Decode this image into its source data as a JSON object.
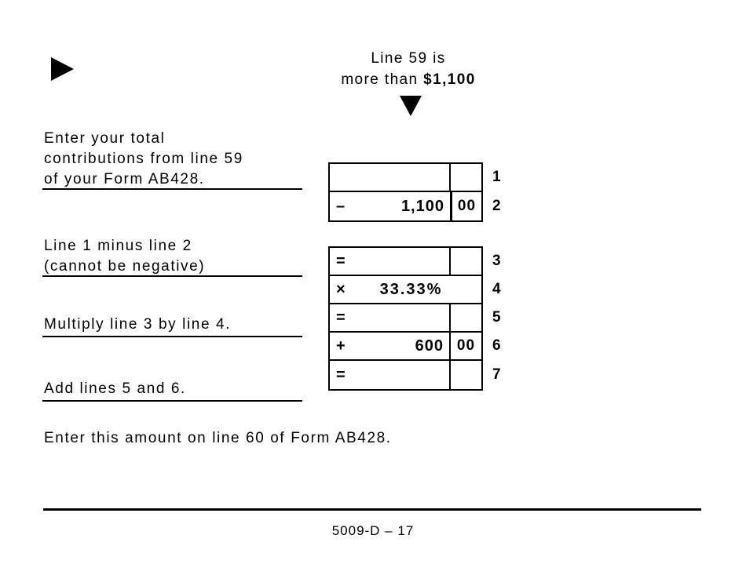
{
  "header": {
    "condition_line1": "Line 59 is",
    "condition_line2_prefix": "more than ",
    "condition_line2_amount": "$1,100"
  },
  "steps": {
    "step1": [
      "Enter your total",
      "contributions from line 59",
      "of your Form AB428."
    ],
    "step2": [
      "Line 1 minus line 2",
      "(cannot be negative)"
    ],
    "step3": "Multiply line 3 by line 4.",
    "step4": "Add lines 5 and 6."
  },
  "rows": [
    {
      "num": "1",
      "operator": "",
      "amount": "",
      "cents": ""
    },
    {
      "num": "2",
      "operator": "–",
      "amount": "1,100",
      "cents": "00"
    },
    {
      "num": "3",
      "operator": "=",
      "amount": "",
      "cents": ""
    },
    {
      "num": "4",
      "operator": "×",
      "value": "33.33%"
    },
    {
      "num": "5",
      "operator": "=",
      "amount": "",
      "cents": ""
    },
    {
      "num": "6",
      "operator": "+",
      "amount": "600",
      "cents": "00"
    },
    {
      "num": "7",
      "operator": "=",
      "amount": "",
      "cents": ""
    }
  ],
  "closing_instruction": "Enter this amount on line 60 of Form AB428.",
  "footer": {
    "page_label": "5009-D – 17"
  },
  "colors": {
    "ink": "#000000",
    "paper": "#ffffff"
  }
}
